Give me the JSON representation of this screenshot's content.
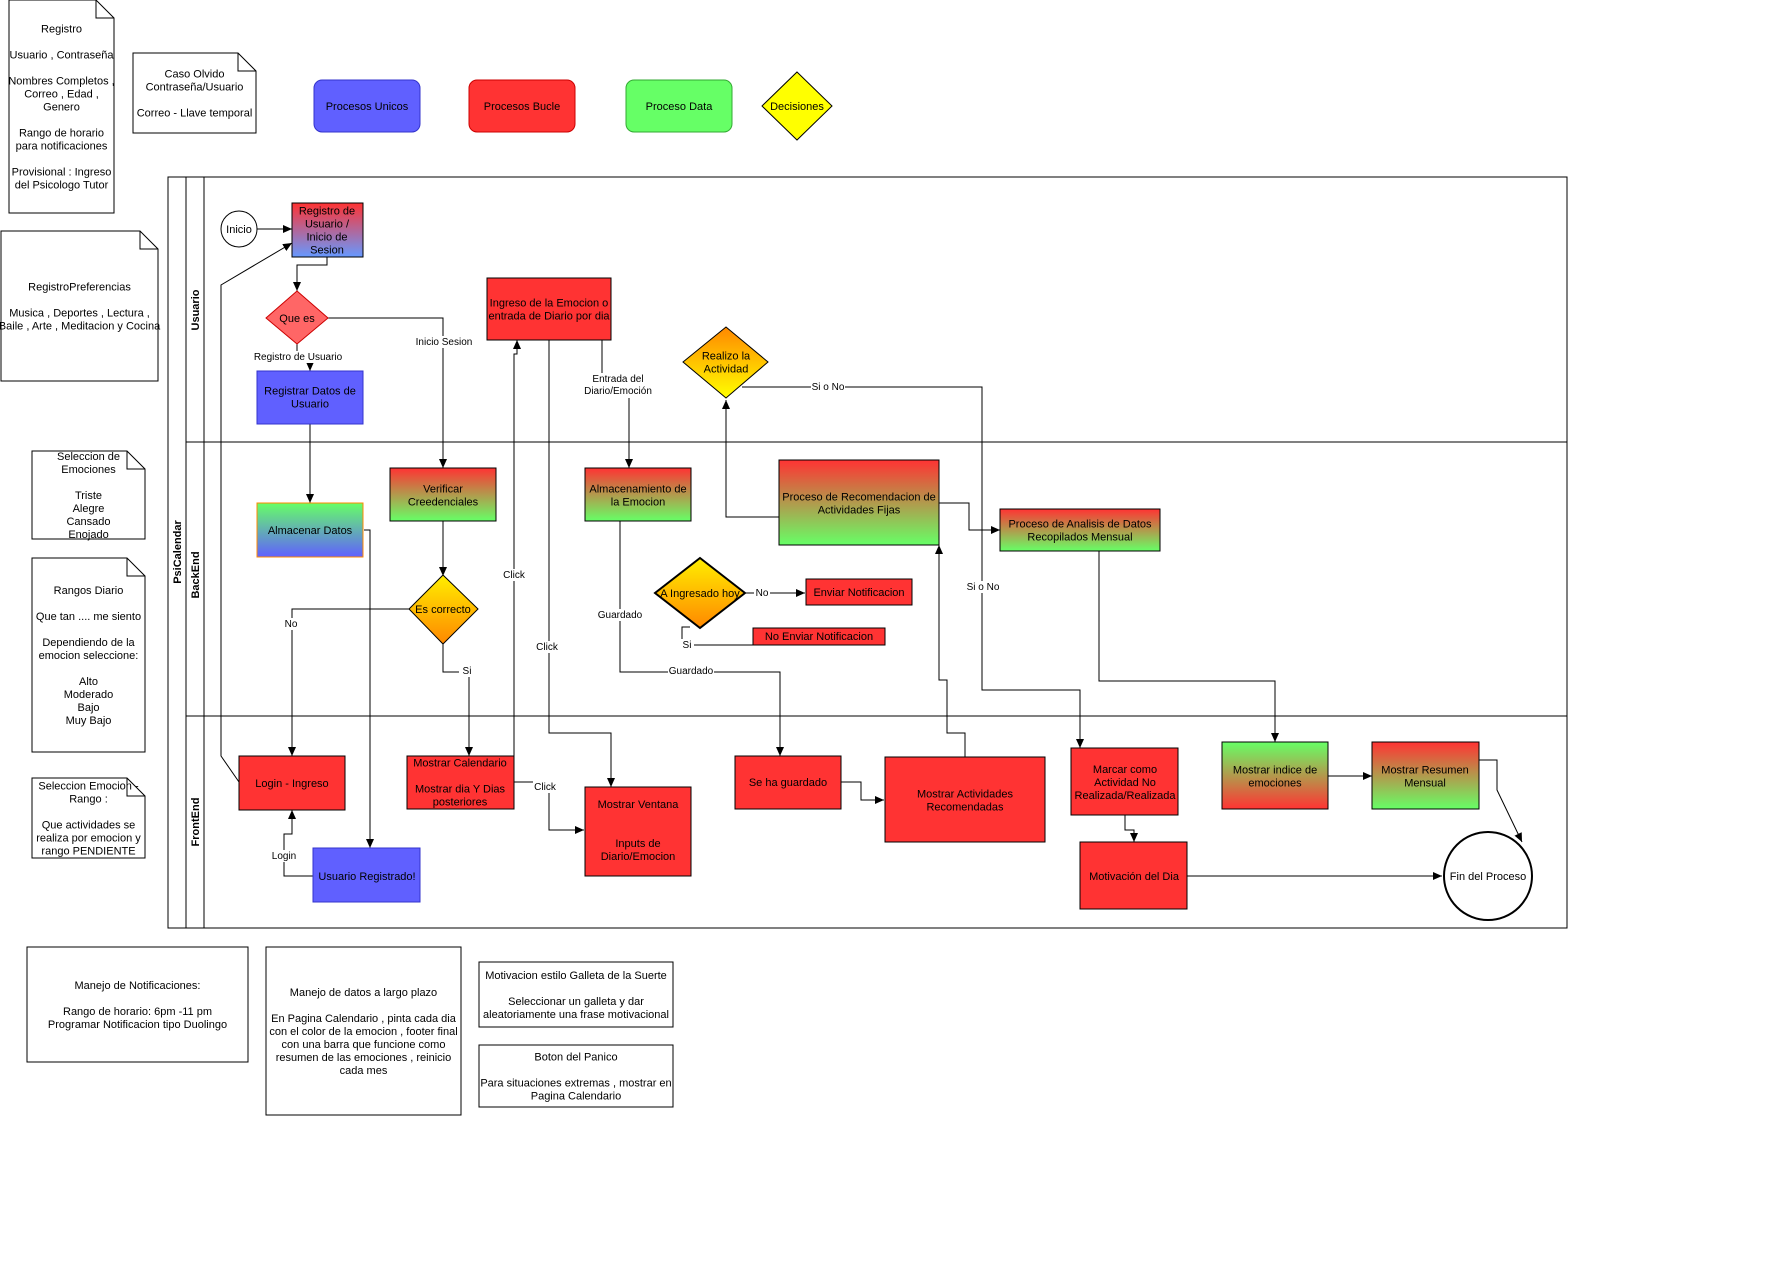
{
  "legend": {
    "unique": "Procesos Unicos",
    "loop": "Procesos Bucle",
    "data": "Proceso Data",
    "decision": "Decisiones"
  },
  "colors": {
    "unique": "#6060ff",
    "loop": "#ff3333",
    "data": "#66ff66",
    "decision": "#ffff00",
    "orange": "#ff8800",
    "line": "#000000"
  },
  "notes": {
    "registro": [
      "Registro",
      "",
      "Usuario , Contraseña",
      "",
      "Nombres Completos ,",
      "Correo , Edad ,",
      "Genero",
      "",
      "Rango de horario",
      "para notificaciones",
      "",
      "Provisional : Ingreso",
      "del Psicologo Tutor"
    ],
    "caso_olvido": [
      "Caso Olvido",
      "Contraseña/Usuario",
      "",
      "Correo - Llave temporal"
    ],
    "registro_pref": [
      "RegistroPreferencias",
      "",
      "Musica , Deportes , Lectura ,",
      "Baile , Arte , Meditacion y Cocina"
    ],
    "seleccion_emociones": [
      "Seleccion de",
      "Emociones",
      "",
      "Triste",
      "Alegre",
      "Cansado",
      "Enojado"
    ],
    "rangos_diario": [
      "Rangos Diario",
      "",
      "Que tan .... me siento",
      "",
      "Dependiendo de la",
      "emocion seleccione:",
      "",
      "Alto",
      "Moderado",
      "Bajo",
      "Muy Bajo"
    ],
    "seleccion_emocion_rango": [
      "Seleccion Emocion -",
      "Rango :",
      "",
      "Que actividades se",
      "realiza por emocion y",
      "rango PENDIENTE"
    ],
    "notificaciones": [
      "Manejo de Notificaciones:",
      "",
      "Rango de horario: 6pm -11 pm",
      "Programar Notificacion tipo Duolingo"
    ],
    "datos_largo": [
      "Manejo de datos a largo plazo",
      "",
      "En Pagina  Calendario , pinta cada dia",
      "con el color de la emocion  , footer final",
      "con una barra que funcione como",
      "resumen de las emociones , reinicio",
      "cada mes"
    ],
    "galleta": [
      "Motivacion estilo Galleta de la Suerte",
      "",
      "Seleccionar un galleta y dar",
      "aleatoriamente una frase motivacional"
    ],
    "panico": [
      "Boton del Panico",
      "",
      "Para situaciones extremas , mostrar en",
      "Pagina Calendario"
    ]
  },
  "pool": {
    "title": "PsiCalendar",
    "lanes": [
      "Usuario",
      "BackEnd",
      "FrontEnd"
    ]
  },
  "nodes": {
    "inicio": [
      "Inicio"
    ],
    "registro_inicio": [
      "Registro de",
      "Usuario /",
      "Inicio de",
      "Sesion"
    ],
    "que_es": [
      "Que es"
    ],
    "registrar_datos": [
      "Registrar Datos de",
      "Usuario"
    ],
    "ingreso_emocion": [
      "Ingreso de la Emocion o",
      "entrada de Diario por dia"
    ],
    "realizo_actividad": [
      "Realizo la",
      "Actividad"
    ],
    "verificar": [
      "Verificar",
      "Creedenciales"
    ],
    "almacenar_datos": [
      "Almacenar Datos"
    ],
    "almacenamiento_emocion": [
      "Almacenamiento de",
      "la Emocion"
    ],
    "recomendacion": [
      "Proceso de Recomendacion de",
      "Actividades Fijas"
    ],
    "analisis": [
      "Proceso de Analisis de Datos",
      "Recopilados Mensual"
    ],
    "es_correcto": [
      "Es correcto"
    ],
    "ingresado_hoy": [
      "A Ingresado hoy"
    ],
    "enviar_notif": [
      "Enviar Notificacion"
    ],
    "no_enviar_notif": [
      "No Enviar Notificacion"
    ],
    "login": [
      "Login - Ingreso"
    ],
    "mostrar_calendario": [
      "Mostrar Calendario",
      "",
      "Mostrar dia Y Dias",
      "posteriores"
    ],
    "mostrar_ventana": [
      "Mostrar Ventana",
      "",
      "",
      "Inputs de",
      "Diario/Emocion"
    ],
    "se_ha_guardado": [
      "Se ha guardado"
    ],
    "mostrar_actividades": [
      "Mostrar Actividades",
      "Recomendadas"
    ],
    "marcar": [
      "Marcar como",
      "Actividad No",
      "Realizada/Realizada"
    ],
    "motivacion": [
      "Motivación del Dia"
    ],
    "mostrar_indice": [
      "Mostrar indice de",
      "emociones"
    ],
    "mostrar_resumen": [
      "Mostrar Resumen",
      "Mensual"
    ],
    "usuario_registrado": [
      "Usuario Registrado!"
    ],
    "fin": [
      "Fin del Proceso"
    ]
  },
  "edge_labels": {
    "registro_usuario": "Registro de Usuario",
    "inicio_sesion": "Inicio Sesion",
    "entrada_diario": [
      "Entrada del",
      "Diario/Emoción"
    ],
    "si_o_no_1": "Si o No",
    "si_o_no_2": "Si o No",
    "click_1": "Click",
    "click_2": "Click",
    "click_3": "Click",
    "guardado_1": "Guardado",
    "guardado_2": "Guardado",
    "no_1": "No",
    "si_1": "Si",
    "no_2": "No",
    "si_2": "Si",
    "login": "Login"
  }
}
